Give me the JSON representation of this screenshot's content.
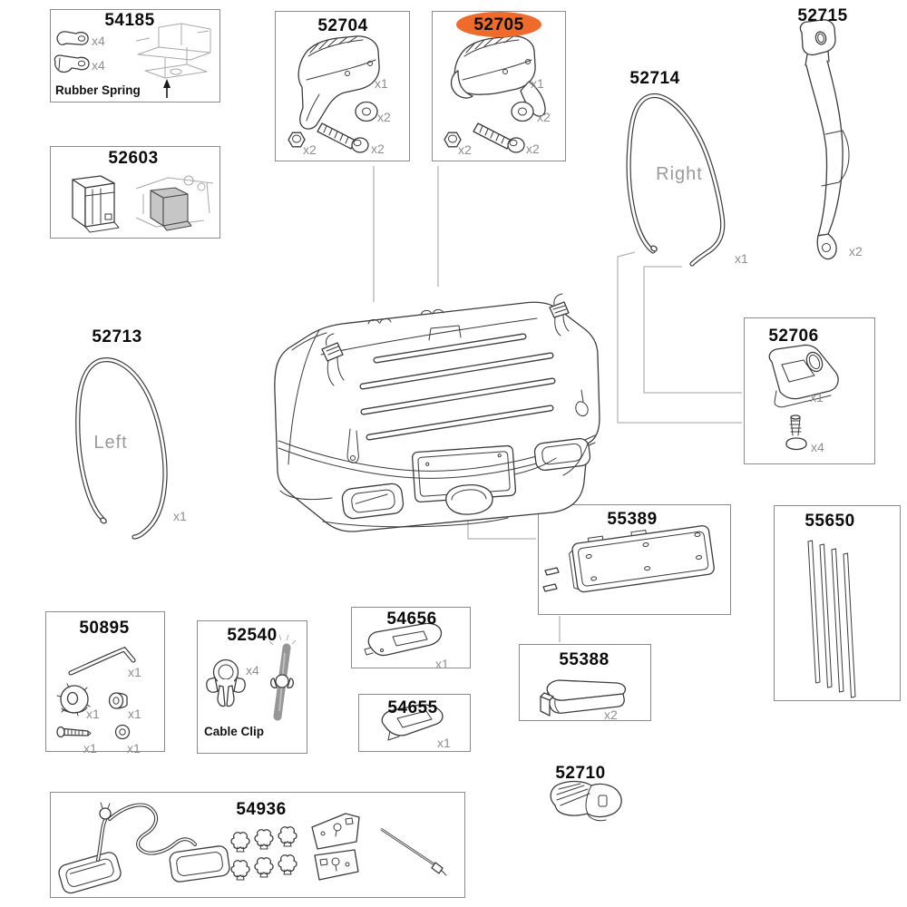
{
  "diagram": {
    "type": "exploded-parts-diagram",
    "subject": "rear cargo box carrier spare parts",
    "highlight": {
      "part_number": "52705",
      "color": "#EF6B2B"
    },
    "parts": {
      "p54185": {
        "number": "54185",
        "caption": "Rubber Spring",
        "quantities": [
          "x4",
          "x4"
        ]
      },
      "p52603": {
        "number": "52603"
      },
      "p52704": {
        "number": "52704",
        "quantities": [
          "x1",
          "x2",
          "x2",
          "x2"
        ]
      },
      "p52705": {
        "number": "52705",
        "quantities": [
          "x1",
          "x2",
          "x2",
          "x2"
        ],
        "highlighted": true
      },
      "p52714": {
        "number": "52714",
        "side_label": "Right",
        "quantities": [
          "x1"
        ]
      },
      "p52715": {
        "number": "52715",
        "quantities": [
          "x2"
        ]
      },
      "p52713": {
        "number": "52713",
        "side_label": "Left",
        "quantities": [
          "x1"
        ]
      },
      "p52706": {
        "number": "52706",
        "quantities": [
          "x1",
          "x4"
        ]
      },
      "p55389": {
        "number": "55389"
      },
      "p55650": {
        "number": "55650"
      },
      "p55388": {
        "number": "55388",
        "quantities": [
          "x2"
        ]
      },
      "p50895": {
        "number": "50895",
        "quantities": [
          "x1",
          "x1",
          "x1",
          "x1",
          "x1"
        ]
      },
      "p52540": {
        "number": "52540",
        "caption": "Cable Clip",
        "quantities": [
          "x4"
        ]
      },
      "p54656": {
        "number": "54656",
        "quantities": [
          "x1"
        ]
      },
      "p54655": {
        "number": "54655",
        "quantities": [
          "x1"
        ]
      },
      "p52710": {
        "number": "52710"
      },
      "p54936": {
        "number": "54936"
      }
    }
  }
}
